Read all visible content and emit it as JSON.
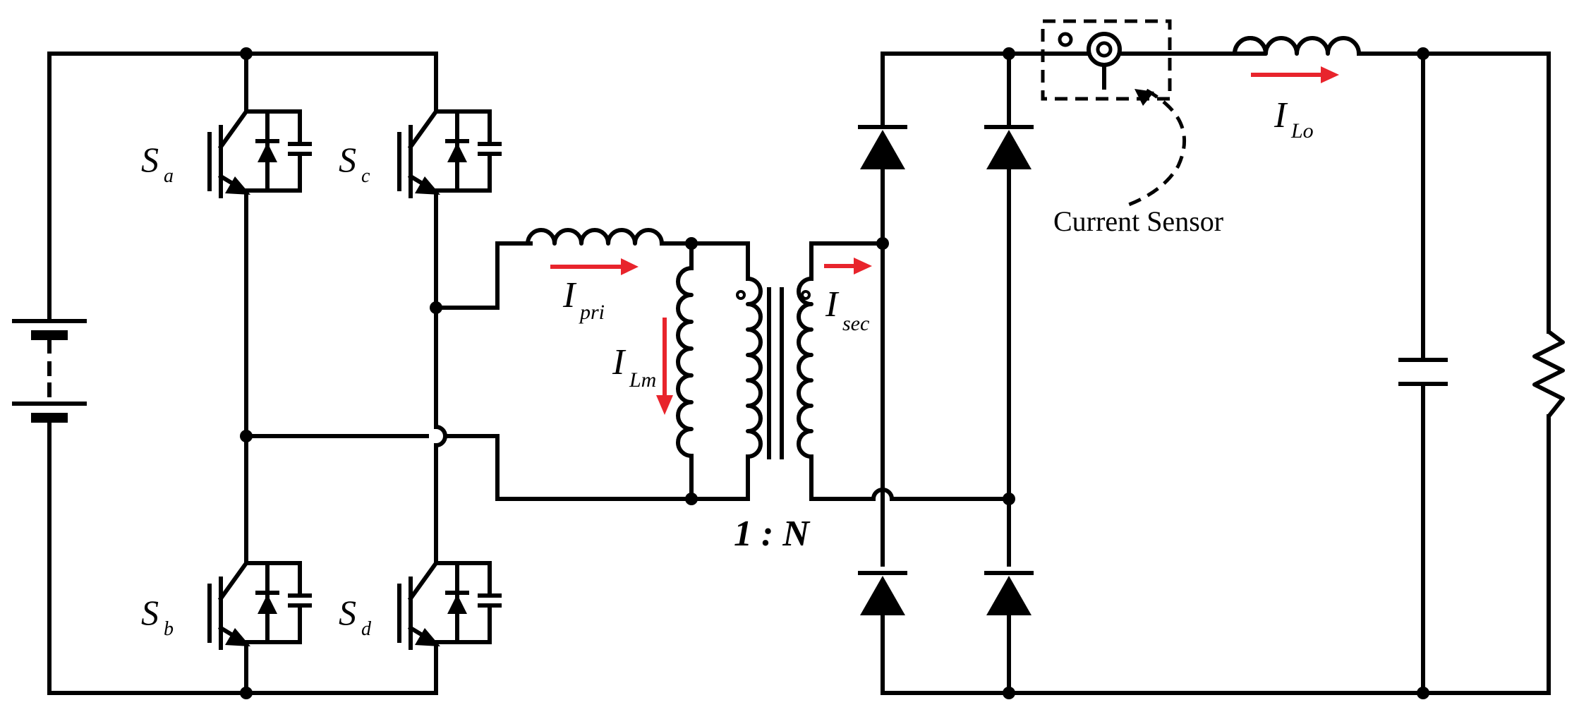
{
  "switches": [
    {
      "id": "a",
      "letter": "S",
      "subscript": "a"
    },
    {
      "id": "b",
      "letter": "S",
      "subscript": "b"
    },
    {
      "id": "c",
      "letter": "S",
      "subscript": "c"
    },
    {
      "id": "d",
      "letter": "S",
      "subscript": "d"
    }
  ],
  "currents": {
    "primary": {
      "letter": "I",
      "subscript": "pri"
    },
    "magnetizing": {
      "letter": "I",
      "subscript": "Lm"
    },
    "secondary": {
      "letter": "I",
      "subscript": "sec"
    },
    "output": {
      "letter": "I",
      "subscript": "Lo"
    }
  },
  "transformer": {
    "ratio": "1 : N"
  },
  "sensor": {
    "label": "Current Sensor"
  },
  "colors": {
    "wire": "#000000",
    "current_arrow": "#e8242c"
  }
}
